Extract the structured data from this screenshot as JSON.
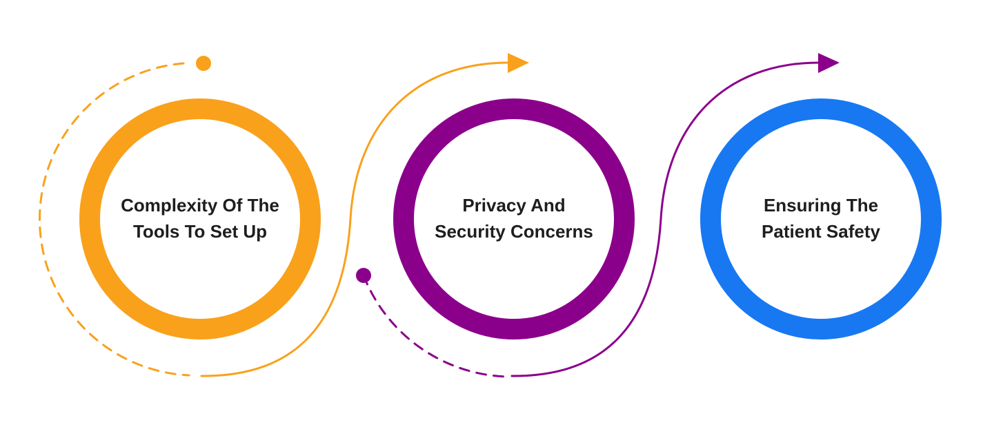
{
  "diagram": {
    "background_color": "#ffffff",
    "text_color": "#1e1e20",
    "steps": [
      {
        "label": "Complexity Of The Tools To Set Up",
        "color": "#F9A11B"
      },
      {
        "label": "Privacy And Security Concerns",
        "color": "#8B008B"
      },
      {
        "label": "Ensuring The Patient Safety",
        "color": "#1778F2"
      }
    ],
    "connectors": [
      {
        "id": "step1-dashed-arc",
        "type": "dashed-arc",
        "color": "#F9A11B"
      },
      {
        "id": "step1-start-dot",
        "type": "dot",
        "color": "#F9A11B"
      },
      {
        "id": "step1-to-step2",
        "type": "solid-arrow",
        "color": "#F9A11B"
      },
      {
        "id": "step2-dashed-arc",
        "type": "dashed-arc",
        "color": "#8B008B"
      },
      {
        "id": "step2-start-dot",
        "type": "dot",
        "color": "#8B008B"
      },
      {
        "id": "step2-to-step3",
        "type": "solid-arrow",
        "color": "#8B008B"
      }
    ]
  }
}
